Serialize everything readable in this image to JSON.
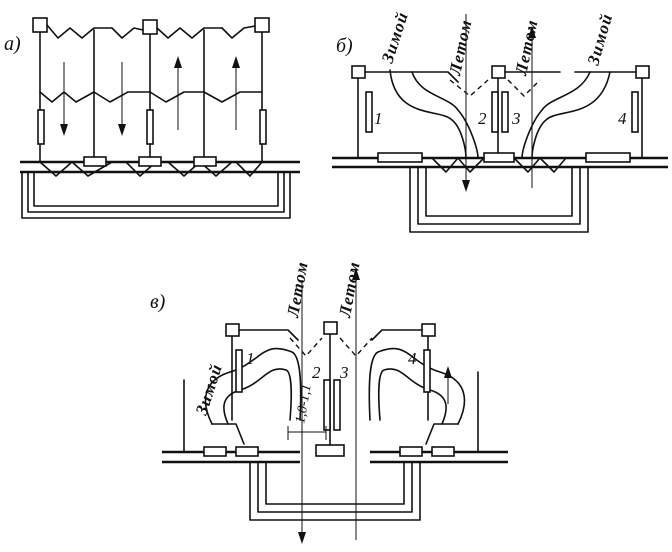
{
  "panels": [
    {
      "label": "а)",
      "heaters": []
    },
    {
      "label": "б)",
      "season_labels": [
        "Зимой",
        "Летом",
        "Летом",
        "Зимой"
      ],
      "heaters": [
        "1",
        "2",
        "3",
        "4"
      ]
    },
    {
      "label": "в)",
      "season_labels": [
        "Летом",
        "Летом",
        "Зимой"
      ],
      "heaters": [
        "1",
        "2",
        "3",
        "4"
      ],
      "dimension": "1,0-1,1"
    }
  ]
}
